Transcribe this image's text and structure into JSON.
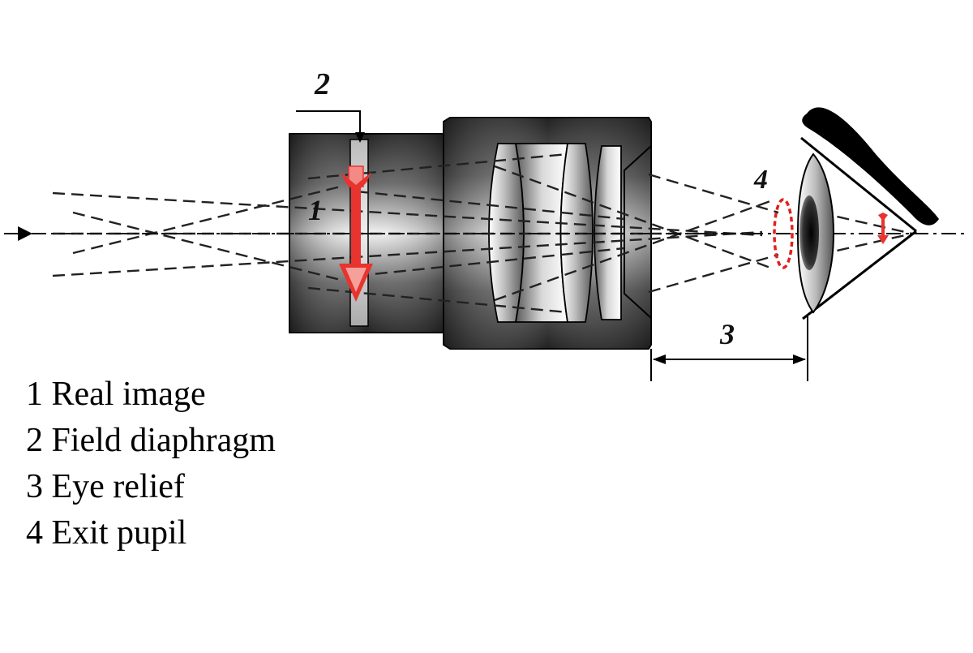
{
  "callouts": {
    "real_image": "1",
    "field_diaphragm": "2",
    "eye_relief": "3",
    "exit_pupil": "4"
  },
  "legend": [
    {
      "number": "1",
      "label": "Real image"
    },
    {
      "number": "2",
      "label": "Field diaphragm"
    },
    {
      "number": "3",
      "label": "Eye relief"
    },
    {
      "number": "4",
      "label": "Exit pupil"
    }
  ],
  "colors": {
    "image_arrow": "#e8332e",
    "exit_pupil_outline": "#e0201c",
    "rays": "#222222"
  }
}
